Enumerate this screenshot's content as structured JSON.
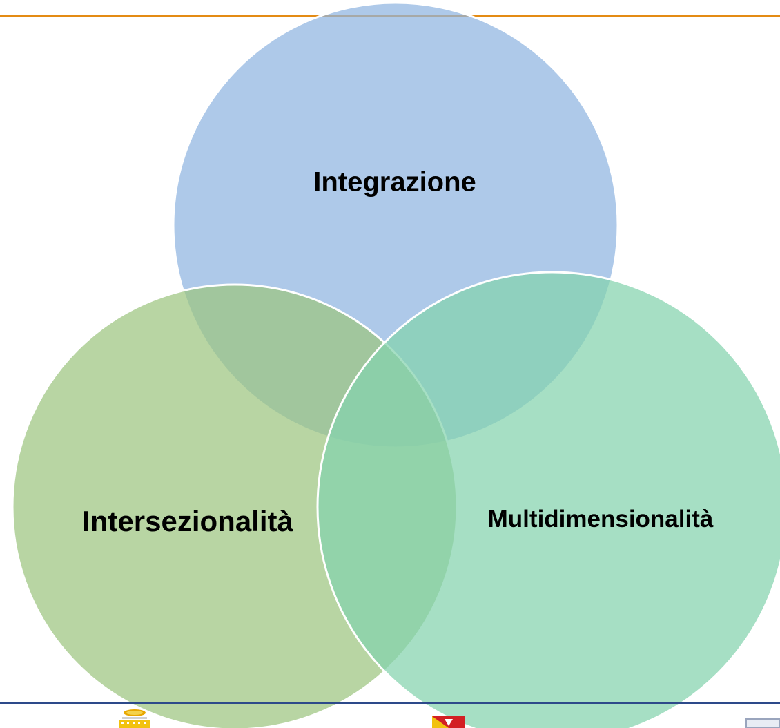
{
  "diagram": {
    "type": "venn",
    "circles": [
      {
        "id": "top",
        "label": "Integrazione",
        "fill": "#8fb4e0"
      },
      {
        "id": "left",
        "label": "Intersezionalità",
        "fill": "#9cc57f"
      },
      {
        "id": "right",
        "label": "Multidimensionalità",
        "fill": "#84d2ad"
      }
    ]
  },
  "decor": {
    "top_rule_color": "#e48b14",
    "bottom_rule_color": "#2d4a8a",
    "circle_outline_color": "#ffffff"
  },
  "logos": [
    {
      "name": "crown-emblem-logo",
      "color": "#e8a700"
    },
    {
      "name": "flag-logo",
      "color": "#d31f23"
    },
    {
      "name": "box-logo",
      "color": "#9aa5bd"
    }
  ]
}
